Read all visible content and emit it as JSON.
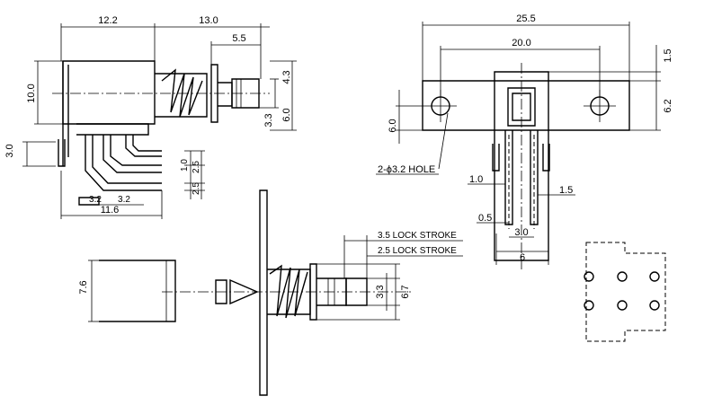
{
  "dimensions": {
    "side": {
      "d_12_2": "12.2",
      "d_13_0": "13.0",
      "d_5_5": "5.5",
      "d_10_0": "10.0",
      "d_4_3": "4.3",
      "d_3_3": "3.3",
      "d_6_0": "6.0",
      "d_3_0": "3.0",
      "d_1_0": "1.0",
      "d_2_5a": "2.5",
      "d_2_5b": "2.5",
      "d_3_2a": "3.2",
      "d_3_2b": "3.2",
      "d_11_6": "11.6"
    },
    "front": {
      "d_25_5": "25.5",
      "d_20_0": "20.0",
      "d_1_5a": "1.5",
      "d_6_2": "6.2",
      "d_6_0": "6.0",
      "hole_note": "2-ϕ3.2 HOLE",
      "d_1_0": "1.0",
      "d_1_5b": "1.5",
      "d_0_5": "0.5",
      "d_3_0": "3.0",
      "d_6": "6"
    },
    "stroke": {
      "lock_stroke_3_5": "3.5 LOCK STROKE",
      "lock_stroke_2_5": "2.5 LOCK STROKE",
      "d_7_6": "7.6",
      "d_3_3": "3.3",
      "d_6_7": "6.7"
    }
  }
}
